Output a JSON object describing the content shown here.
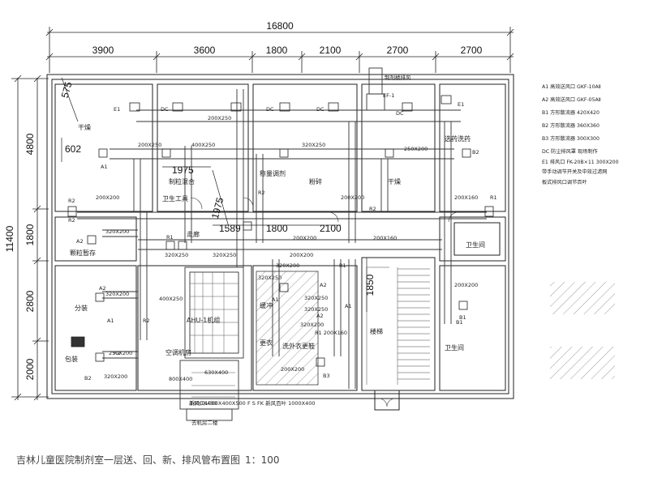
{
  "dimensions": {
    "total_width": "16800",
    "top_segments": [
      "3900",
      "3600",
      "1800",
      "2100",
      "2700",
      "2700"
    ],
    "total_height": "11400",
    "left_segments": [
      "4800",
      "1800",
      "2800",
      "2000"
    ],
    "misc": [
      "575",
      "602",
      "1975",
      "1975",
      "1589",
      "1800",
      "2100",
      "1850"
    ]
  },
  "rooms": {
    "dry_left": "干燥",
    "control_mix": "制粒混合",
    "weigh": "称量调剂",
    "crush": "粉碎",
    "dry_right": "干燥",
    "extract": "选药洗药",
    "sanitary_tools": "卫生工具",
    "corridor": "走廊",
    "pack_storage": "颗粒暂存",
    "separate": "分装",
    "packing": "包装",
    "ac_room": "空调机房",
    "buffer": "缓冲",
    "change1": "更衣",
    "change2": "洗外衣更鞋",
    "stairs": "楼梯",
    "wc1": "卫生间",
    "wc2": "卫生间"
  },
  "duct_labels": [
    "200X250",
    "200X250",
    "400X250",
    "320X250",
    "250X200",
    "200X200",
    "200X200",
    "200X160",
    "200X200",
    "200X160",
    "320X200",
    "320X250",
    "320X250",
    "200X200",
    "320X200",
    "400X250",
    "320X250",
    "200X200",
    "320X250",
    "320X250",
    "320X200",
    "200X200",
    "800X400",
    "630X400",
    "250X200",
    "320X200",
    "R1 200X160",
    "320X200",
    "1000X400"
  ],
  "terminal_labels": [
    "E1",
    "DC",
    "DC",
    "DC",
    "DC",
    "EF-1",
    "E1",
    "A1",
    "B2",
    "R2",
    "R2",
    "R1",
    "R1",
    "A2",
    "A2",
    "A1",
    "B1",
    "B2",
    "B3",
    "R2",
    "R2",
    "R2",
    "R1",
    "A2",
    "A2",
    "R2",
    "A1",
    "A1",
    "B1"
  ],
  "equipment": {
    "ahu": "AHU-1机组",
    "ahu_sub": "F S FK 新风百叶 1000X400",
    "exhaust_fan_label": "EF-1",
    "exhaust_note": "制剂楼排风",
    "outdoor_note": "去机房二楼",
    "fresh_air_note": "新风口1000X400X500"
  },
  "legend": [
    "A1 高效送风口 GKF-10AⅡ",
    "A2 高效送风口 GKF-05AⅡ",
    "B1 方形散流器 420X420",
    "B2 方形散流器 360X360",
    "B3 方形散流器 300X300",
    "DC 防尘排风罩 现场制作",
    "E1 排风口 FK-20B×11 300X200",
    "带手动调节开关及中效过滤网",
    "板式排风口调节百叶"
  ],
  "title": "吉林儿童医院制剂室一层送、回、新、排风管布置图",
  "scale": "1：100"
}
